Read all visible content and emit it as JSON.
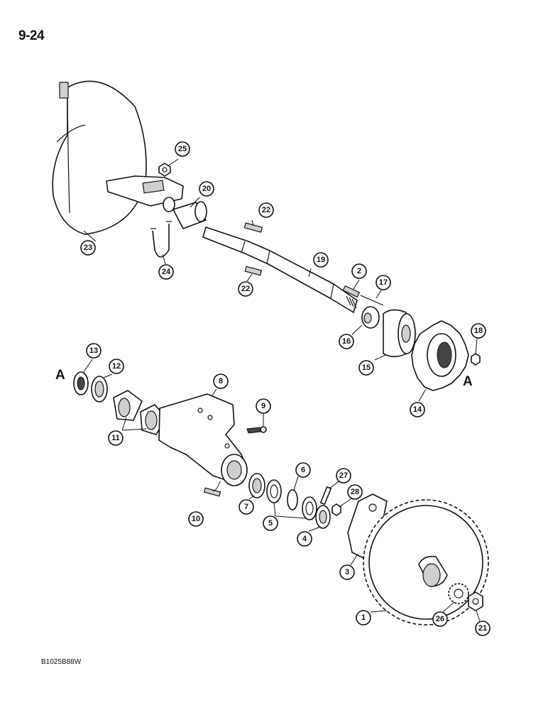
{
  "page": {
    "number": "9-24",
    "figure_code": "B1025B88W"
  },
  "reference_marks": {
    "left": "A",
    "right": "A"
  },
  "callouts": [
    {
      "id": "c25",
      "label": "25"
    },
    {
      "id": "c20",
      "label": "20"
    },
    {
      "id": "c22a",
      "label": "22"
    },
    {
      "id": "c23",
      "label": "23"
    },
    {
      "id": "c24",
      "label": "24"
    },
    {
      "id": "c19",
      "label": "19"
    },
    {
      "id": "c22b",
      "label": "22"
    },
    {
      "id": "c2",
      "label": "2"
    },
    {
      "id": "c17",
      "label": "17"
    },
    {
      "id": "c16",
      "label": "16"
    },
    {
      "id": "c15",
      "label": "15"
    },
    {
      "id": "c18",
      "label": "18"
    },
    {
      "id": "c14",
      "label": "14"
    },
    {
      "id": "c13",
      "label": "13"
    },
    {
      "id": "c12",
      "label": "12"
    },
    {
      "id": "c11",
      "label": "11"
    },
    {
      "id": "c8",
      "label": "8"
    },
    {
      "id": "c9",
      "label": "9"
    },
    {
      "id": "c10",
      "label": "10"
    },
    {
      "id": "c7",
      "label": "7"
    },
    {
      "id": "c6",
      "label": "6"
    },
    {
      "id": "c5",
      "label": "5"
    },
    {
      "id": "c4",
      "label": "4"
    },
    {
      "id": "c27",
      "label": "27"
    },
    {
      "id": "c28",
      "label": "28"
    },
    {
      "id": "c3",
      "label": "3"
    },
    {
      "id": "c1",
      "label": "1"
    },
    {
      "id": "c26",
      "label": "26"
    },
    {
      "id": "c21",
      "label": "21"
    }
  ]
}
